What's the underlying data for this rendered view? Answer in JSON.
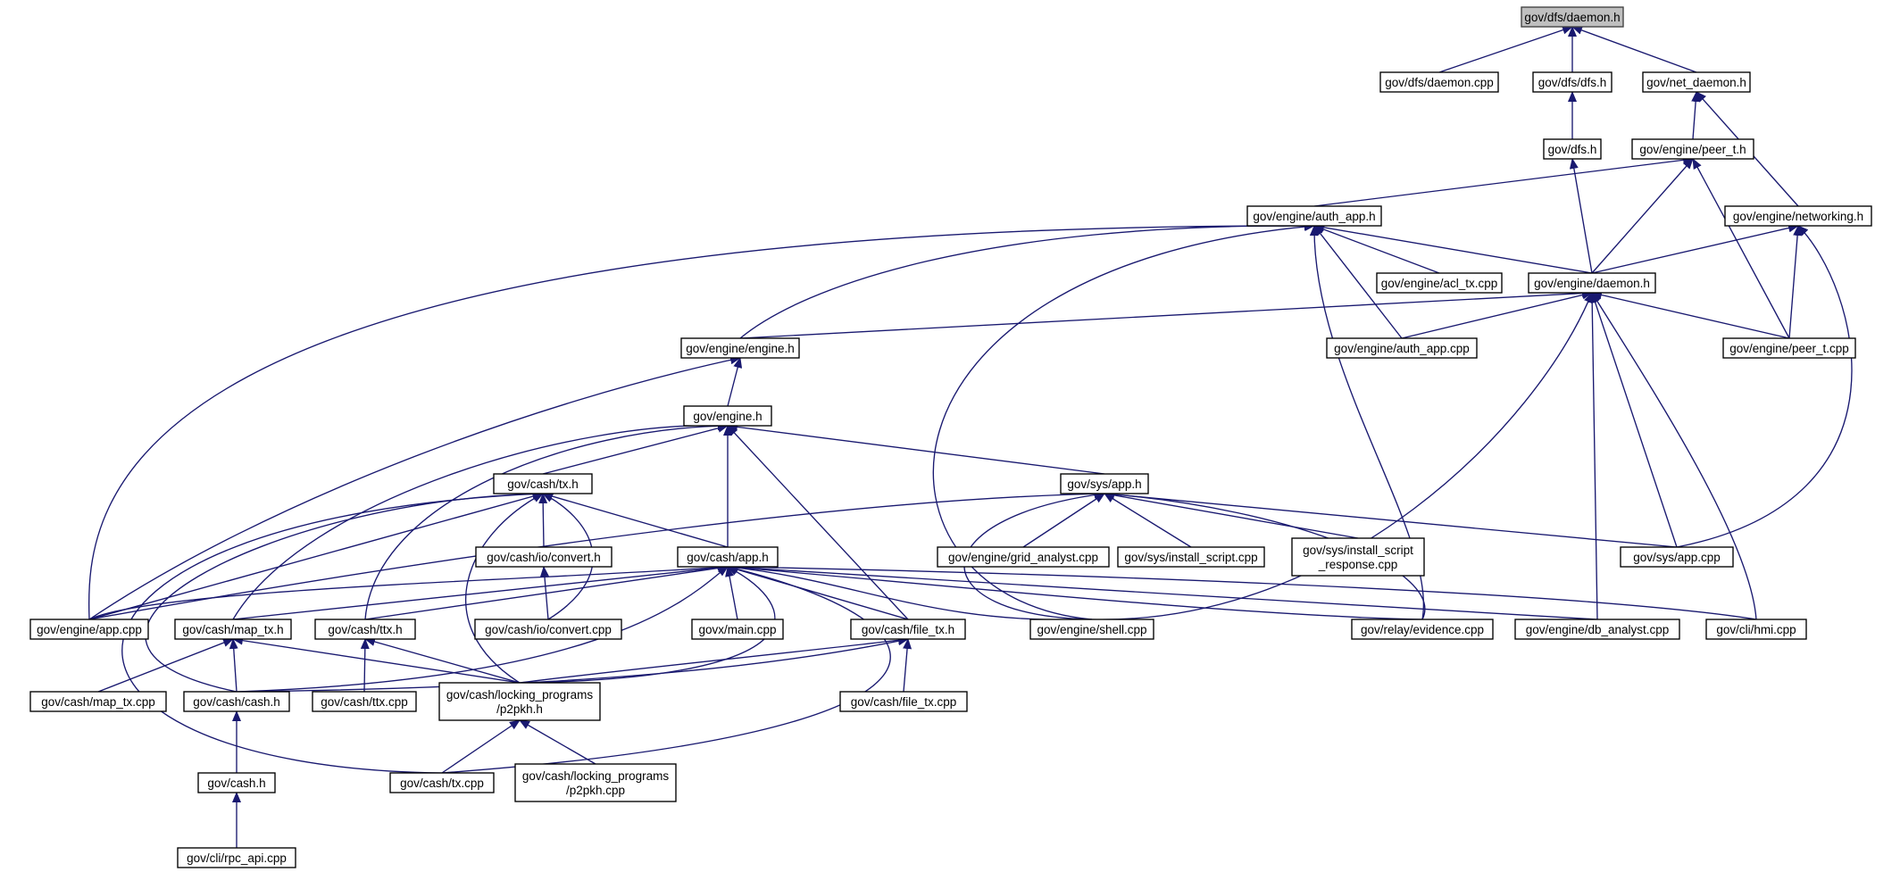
{
  "diagram": {
    "type": "include-dependency-graph",
    "root": "n0",
    "nodes": [
      {
        "id": "n0",
        "lines": [
          "gov/dfs/daemon.h"
        ],
        "root": true
      },
      {
        "id": "n1",
        "lines": [
          "gov/dfs/daemon.cpp"
        ]
      },
      {
        "id": "n2",
        "lines": [
          "gov/dfs/dfs.h"
        ]
      },
      {
        "id": "n3",
        "lines": [
          "gov/net_daemon.h"
        ]
      },
      {
        "id": "n4",
        "lines": [
          "gov/dfs.h"
        ]
      },
      {
        "id": "n5",
        "lines": [
          "gov/engine/peer_t.h"
        ]
      },
      {
        "id": "n6",
        "lines": [
          "gov/engine/auth_app.h"
        ]
      },
      {
        "id": "n7",
        "lines": [
          "gov/engine/networking.h"
        ]
      },
      {
        "id": "n8",
        "lines": [
          "gov/engine/acl_tx.cpp"
        ]
      },
      {
        "id": "n9",
        "lines": [
          "gov/engine/daemon.h"
        ]
      },
      {
        "id": "n10",
        "lines": [
          "gov/engine/engine.h"
        ]
      },
      {
        "id": "n11",
        "lines": [
          "gov/engine/auth_app.cpp"
        ]
      },
      {
        "id": "n12",
        "lines": [
          "gov/engine/peer_t.cpp"
        ]
      },
      {
        "id": "n13",
        "lines": [
          "gov/engine.h"
        ]
      },
      {
        "id": "n14",
        "lines": [
          "gov/cash/tx.h"
        ]
      },
      {
        "id": "n15",
        "lines": [
          "gov/sys/app.h"
        ]
      },
      {
        "id": "n16",
        "lines": [
          "gov/cash/io/convert.h"
        ]
      },
      {
        "id": "n17",
        "lines": [
          "gov/cash/app.h"
        ]
      },
      {
        "id": "n18",
        "lines": [
          "gov/engine/grid_analyst.cpp"
        ]
      },
      {
        "id": "n19",
        "lines": [
          "gov/sys/install_script.cpp"
        ]
      },
      {
        "id": "n20",
        "lines": [
          "gov/sys/install_script",
          "_response.cpp"
        ]
      },
      {
        "id": "n21",
        "lines": [
          "gov/sys/app.cpp"
        ]
      },
      {
        "id": "n22",
        "lines": [
          "gov/engine/app.cpp"
        ]
      },
      {
        "id": "n23",
        "lines": [
          "gov/cash/map_tx.h"
        ]
      },
      {
        "id": "n24",
        "lines": [
          "gov/cash/ttx.h"
        ]
      },
      {
        "id": "n25",
        "lines": [
          "gov/cash/io/convert.cpp"
        ]
      },
      {
        "id": "n26",
        "lines": [
          "govx/main.cpp"
        ]
      },
      {
        "id": "n27",
        "lines": [
          "gov/cash/file_tx.h"
        ]
      },
      {
        "id": "n28",
        "lines": [
          "gov/engine/shell.cpp"
        ]
      },
      {
        "id": "n29",
        "lines": [
          "gov/relay/evidence.cpp"
        ]
      },
      {
        "id": "n30",
        "lines": [
          "gov/engine/db_analyst.cpp"
        ]
      },
      {
        "id": "n31",
        "lines": [
          "gov/cli/hmi.cpp"
        ]
      },
      {
        "id": "n32",
        "lines": [
          "gov/cash/map_tx.cpp"
        ]
      },
      {
        "id": "n33",
        "lines": [
          "gov/cash/cash.h"
        ]
      },
      {
        "id": "n34",
        "lines": [
          "gov/cash/ttx.cpp"
        ]
      },
      {
        "id": "n35",
        "lines": [
          "gov/cash/locking_programs",
          "/p2pkh.h"
        ]
      },
      {
        "id": "n36",
        "lines": [
          "gov/cash/file_tx.cpp"
        ]
      },
      {
        "id": "n37",
        "lines": [
          "gov/cash.h"
        ]
      },
      {
        "id": "n38",
        "lines": [
          "gov/cash/tx.cpp"
        ]
      },
      {
        "id": "n39",
        "lines": [
          "gov/cash/locking_programs",
          "/p2pkh.cpp"
        ]
      },
      {
        "id": "n40",
        "lines": [
          "gov/cli/rpc_api.cpp"
        ]
      }
    ],
    "edges": [
      {
        "from": "n1",
        "to": "n0"
      },
      {
        "from": "n2",
        "to": "n0"
      },
      {
        "from": "n3",
        "to": "n0"
      },
      {
        "from": "n4",
        "to": "n2"
      },
      {
        "from": "n5",
        "to": "n3"
      },
      {
        "from": "n7",
        "to": "n3"
      },
      {
        "from": "n6",
        "to": "n5"
      },
      {
        "from": "n9",
        "to": "n5"
      },
      {
        "from": "n12",
        "to": "n5"
      },
      {
        "from": "n9",
        "to": "n4"
      },
      {
        "from": "n9",
        "to": "n7"
      },
      {
        "from": "n12",
        "to": "n7"
      },
      {
        "from": "n21",
        "to": "n7"
      },
      {
        "from": "n8",
        "to": "n6"
      },
      {
        "from": "n9",
        "to": "n6"
      },
      {
        "from": "n10",
        "to": "n6"
      },
      {
        "from": "n11",
        "to": "n6"
      },
      {
        "from": "n22",
        "to": "n6"
      },
      {
        "from": "n28",
        "to": "n6"
      },
      {
        "from": "n29",
        "to": "n6"
      },
      {
        "from": "n10",
        "to": "n9"
      },
      {
        "from": "n11",
        "to": "n9"
      },
      {
        "from": "n12",
        "to": "n9"
      },
      {
        "from": "n21",
        "to": "n9"
      },
      {
        "from": "n31",
        "to": "n9"
      },
      {
        "from": "n30",
        "to": "n9"
      },
      {
        "from": "n28",
        "to": "n9"
      },
      {
        "from": "n13",
        "to": "n10"
      },
      {
        "from": "n22",
        "to": "n10"
      },
      {
        "from": "n14",
        "to": "n13"
      },
      {
        "from": "n15",
        "to": "n13"
      },
      {
        "from": "n17",
        "to": "n13"
      },
      {
        "from": "n23",
        "to": "n13"
      },
      {
        "from": "n24",
        "to": "n13"
      },
      {
        "from": "n27",
        "to": "n13"
      },
      {
        "from": "n16",
        "to": "n14"
      },
      {
        "from": "n17",
        "to": "n14"
      },
      {
        "from": "n25",
        "to": "n14"
      },
      {
        "from": "n35",
        "to": "n14"
      },
      {
        "from": "n33",
        "to": "n14"
      },
      {
        "from": "n38",
        "to": "n14"
      },
      {
        "from": "n22",
        "to": "n14"
      },
      {
        "from": "n25",
        "to": "n16"
      },
      {
        "from": "n18",
        "to": "n15"
      },
      {
        "from": "n19",
        "to": "n15"
      },
      {
        "from": "n20",
        "to": "n15"
      },
      {
        "from": "n21",
        "to": "n15"
      },
      {
        "from": "n22",
        "to": "n15"
      },
      {
        "from": "n28",
        "to": "n15"
      },
      {
        "from": "n29",
        "to": "n15"
      },
      {
        "from": "n22",
        "to": "n17"
      },
      {
        "from": "n23",
        "to": "n17"
      },
      {
        "from": "n24",
        "to": "n17"
      },
      {
        "from": "n26",
        "to": "n17"
      },
      {
        "from": "n27",
        "to": "n17"
      },
      {
        "from": "n28",
        "to": "n17"
      },
      {
        "from": "n29",
        "to": "n17"
      },
      {
        "from": "n30",
        "to": "n17"
      },
      {
        "from": "n31",
        "to": "n17"
      },
      {
        "from": "n33",
        "to": "n17"
      },
      {
        "from": "n35",
        "to": "n17"
      },
      {
        "from": "n38",
        "to": "n17"
      },
      {
        "from": "n32",
        "to": "n23"
      },
      {
        "from": "n33",
        "to": "n23"
      },
      {
        "from": "n35",
        "to": "n23"
      },
      {
        "from": "n34",
        "to": "n24"
      },
      {
        "from": "n35",
        "to": "n24"
      },
      {
        "from": "n33",
        "to": "n27"
      },
      {
        "from": "n35",
        "to": "n27"
      },
      {
        "from": "n36",
        "to": "n27"
      },
      {
        "from": "n38",
        "to": "n35"
      },
      {
        "from": "n39",
        "to": "n35"
      },
      {
        "from": "n37",
        "to": "n33"
      },
      {
        "from": "n40",
        "to": "n37"
      }
    ]
  },
  "colors": {
    "edge": "#191970",
    "root_fill": "#bfbfbf",
    "node_fill": "#ffffff",
    "node_stroke": "#000000"
  }
}
